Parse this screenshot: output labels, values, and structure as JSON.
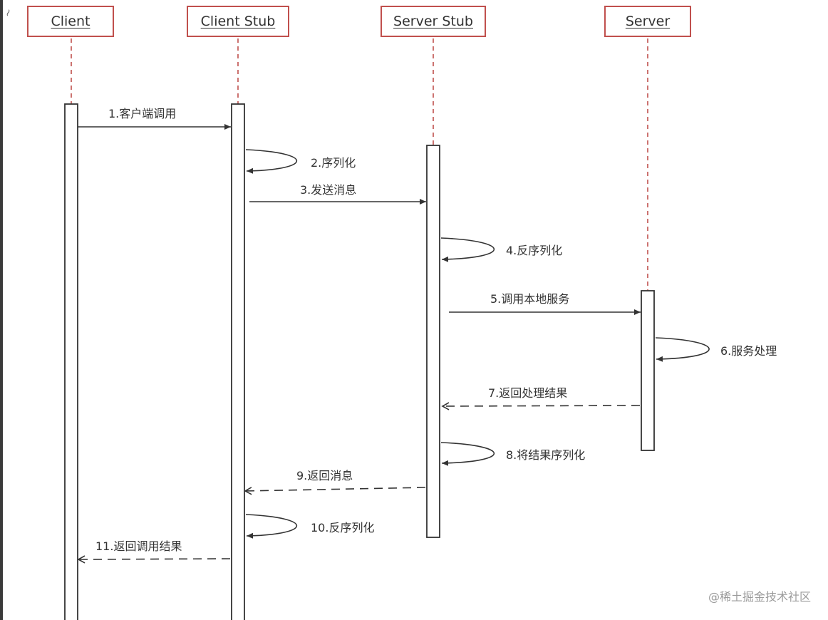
{
  "participants": {
    "client": "Client",
    "client_stub": "Client Stub",
    "server_stub": "Server Stub",
    "server": "Server"
  },
  "messages": {
    "m1": "1.客户端调用",
    "m2": "2.序列化",
    "m3": "3.发送消息",
    "m4": "4.反序列化",
    "m5": "5.调用本地服务",
    "m6": "6.服务处理",
    "m7": "7.返回处理结果",
    "m8": "8.将结果序列化",
    "m9": "9.返回消息",
    "m10": "10.反序列化",
    "m11": "11.返回调用结果"
  },
  "watermark": "@稀土掘金技术社区",
  "colors": {
    "participant_border": "#c0504d",
    "lifeline_dash": "#c0504d",
    "line": "#333333"
  }
}
